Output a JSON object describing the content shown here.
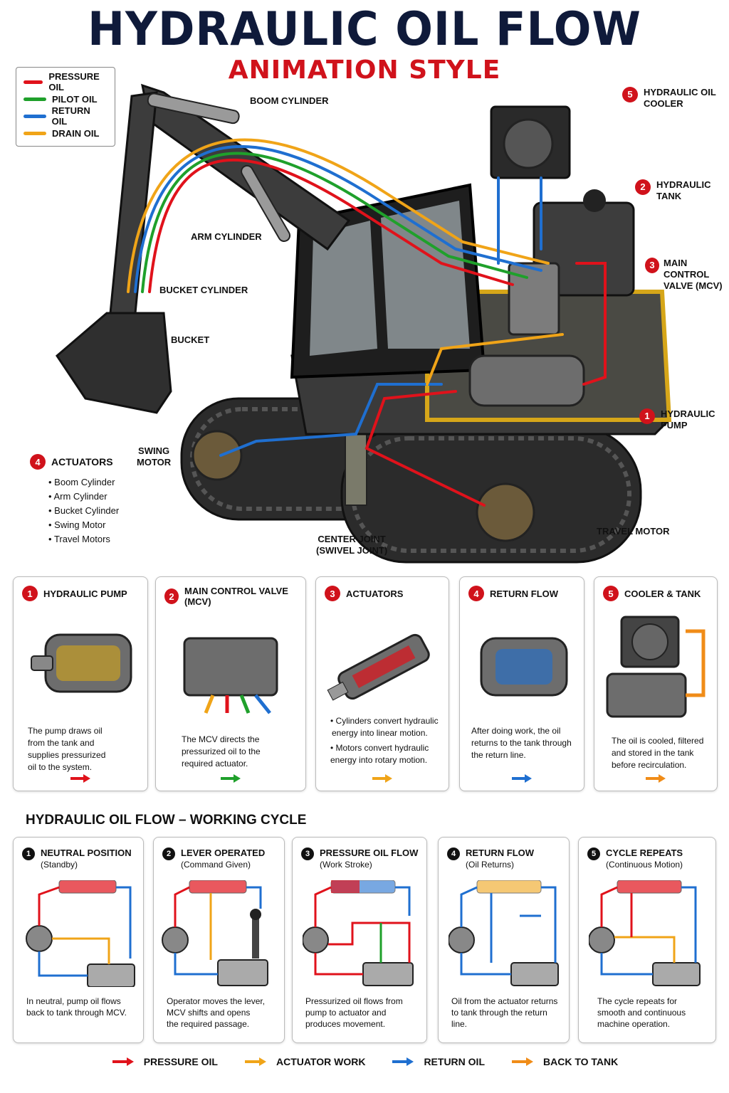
{
  "title": "HYDRAULIC OIL FLOW",
  "subtitle": "ANIMATION STYLE",
  "legend": [
    {
      "label": "PRESSURE OIL",
      "color": "#e0121b"
    },
    {
      "label": "PILOT OIL",
      "color": "#1fa02b"
    },
    {
      "label": "RETURN OIL",
      "color": "#1f6fd0"
    },
    {
      "label": "DRAIN OIL",
      "color": "#f0a418"
    }
  ],
  "callouts": {
    "boom_cylinder": "BOOM CYLINDER",
    "arm_cylinder": "ARM CYLINDER",
    "bucket_cylinder": "BUCKET CYLINDER",
    "bucket": "BUCKET",
    "swing_motor_1": "SWING",
    "swing_motor_2": "MOTOR",
    "center_joint_1": "CENTER JOINT",
    "center_joint_2": "(SWIVEL JOINT)",
    "travel_motor": "TRAVEL MOTOR",
    "hydraulic_pump": {
      "num": "1",
      "line1": "HYDRAULIC",
      "line2": "PUMP"
    },
    "hydraulic_tank": {
      "num": "2",
      "line1": "HYDRAULIC",
      "line2": "TANK"
    },
    "main_control_valve": {
      "num": "3",
      "line1": "MAIN CONTROL",
      "line2": "VALVE (MCV)"
    },
    "hydraulic_oil_cooler": {
      "num": "5",
      "line1": "HYDRAULIC OIL",
      "line2": "COOLER"
    }
  },
  "actuators": {
    "num": "4",
    "title": "ACTUATORS",
    "items": [
      "Boom Cylinder",
      "Arm Cylinder",
      "Bucket Cylinder",
      "Swing Motor",
      "Travel Motors"
    ]
  },
  "cards": [
    {
      "num": "1",
      "title": "HYDRAULIC PUMP",
      "text1": "The pump draws oil",
      "text2": "from the tank and",
      "text3": "supplies pressurized",
      "text4": "oil to the system.",
      "arrow_color": "#e0121b"
    },
    {
      "num": "2",
      "title": "MAIN CONTROL VALVE (MCV)",
      "text1": "The MCV directs the",
      "text2": "pressurized oil to the",
      "text3": "required actuator.",
      "text4": "",
      "arrow_color": "#1fa02b"
    },
    {
      "num": "3",
      "title": "ACTUATORS",
      "text1": "• Cylinders convert hydraulic",
      "text2": "energy into linear motion.",
      "text3": "• Motors convert hydraulic",
      "text4": "energy into rotary motion.",
      "arrow_color": "#f0a418"
    },
    {
      "num": "4",
      "title": "RETURN FLOW",
      "text1": "After doing work, the oil",
      "text2": "returns to the tank through",
      "text3": "the return line.",
      "text4": "",
      "arrow_color": "#1f6fd0"
    },
    {
      "num": "5",
      "title": "COOLER & TANK",
      "text1": "The oil is cooled, filtered",
      "text2": "and stored in the tank",
      "text3": "before recirculation.",
      "text4": "",
      "arrow_color": "#f08c18"
    }
  ],
  "cycle_title": "HYDRAULIC OIL FLOW – WORKING CYCLE",
  "cycle": [
    {
      "num": "1",
      "title": "NEUTRAL POSITION",
      "sub": "(Standby)",
      "text1": "In neutral, pump oil flows",
      "text2": "back to tank through MCV.",
      "text3": ""
    },
    {
      "num": "2",
      "title": "LEVER OPERATED",
      "sub": "(Command Given)",
      "text1": "Operator moves the lever,",
      "text2": "MCV shifts and opens",
      "text3": "the required passage."
    },
    {
      "num": "3",
      "title": "PRESSURE OIL FLOW",
      "sub": "(Work Stroke)",
      "text1": "Pressurized oil flows from",
      "text2": "pump to actuator and",
      "text3": "produces movement."
    },
    {
      "num": "4",
      "title": "RETURN FLOW",
      "sub": "(Oil Returns)",
      "text1": "Oil from the actuator returns",
      "text2": "to tank through the return",
      "text3": "line."
    },
    {
      "num": "5",
      "title": "CYCLE REPEATS",
      "sub": "(Continuous Motion)",
      "text1": "The cycle repeats for",
      "text2": "smooth and continuous",
      "text3": "machine operation."
    }
  ],
  "bottom_legend": [
    {
      "label": "PRESSURE OIL",
      "color": "#e0121b"
    },
    {
      "label": "ACTUATOR WORK",
      "color": "#f0a418"
    },
    {
      "label": "RETURN OIL",
      "color": "#1f6fd0"
    },
    {
      "label": "BACK TO TANK",
      "color": "#f08c18"
    }
  ]
}
